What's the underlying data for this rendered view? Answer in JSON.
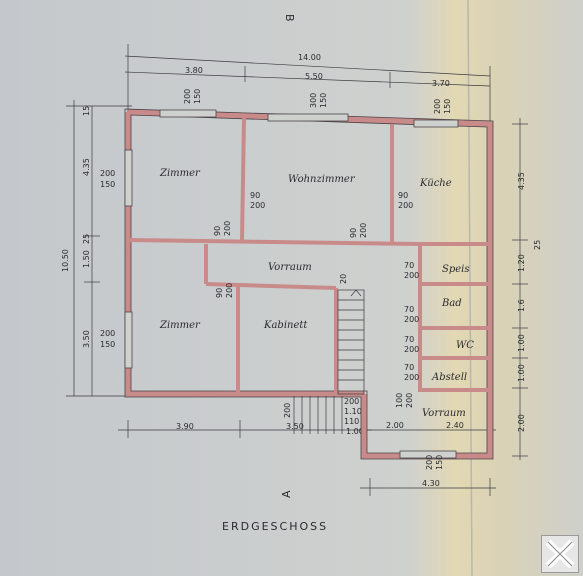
{
  "drawing": {
    "title": "ERDGESCHOSS",
    "section_mark_top": "B",
    "section_mark_bottom": "A",
    "rooms": {
      "zimmer_top": "Zimmer",
      "wohnzimmer": "Wohnzimmer",
      "kueche": "Küche",
      "vorraum_mid": "Vorraum",
      "zimmer_bottom": "Zimmer",
      "kabinett": "Kabinett",
      "speis": "Speis",
      "bad": "Bad",
      "wc": "WC",
      "abstell": "Abstell",
      "vorraum_south": "Vorraum"
    },
    "dims_top": {
      "overall": "14.00",
      "seg1": "3.80",
      "seg2": "5.50",
      "seg3": "3.70"
    },
    "dims_left": {
      "overall": "10.50",
      "seg1": "4.35",
      "seg2": "1.50",
      "seg3": "3.50",
      "mark_top": "15",
      "mark_mid": "25"
    },
    "dims_right": {
      "seg1": "4.35",
      "seg2": "25",
      "seg3": "1.20",
      "seg4": "1.6",
      "seg5": "1.00",
      "seg6": "1.00",
      "seg7": "2.00"
    },
    "dims_bottom": {
      "seg1": "3.90",
      "seg2": "3.50",
      "seg3": "4.30",
      "sub1": "2.00",
      "sub2": "2.40",
      "sub3": "1.00",
      "sub4": "1.10"
    },
    "windows": {
      "w1_top": "200",
      "w1_bot": "150",
      "w2_top": "300",
      "w2_bot": "150",
      "w3_top": "200",
      "w3_bot": "150",
      "w4_top": "200",
      "w4_bot": "150",
      "w5_top": "200",
      "w5_bot": "150",
      "w6_top": "200",
      "w6_bot": "150"
    },
    "doors": {
      "d1_top": "90",
      "d1_bot": "200",
      "d2_top": "90",
      "d2_bot": "200",
      "d3_top": "90",
      "d3_bot": "200",
      "d4_top": "90",
      "d4_bot": "200",
      "d5_top": "90",
      "d5_bot": "200",
      "d6_top": "70",
      "d6_bot": "200",
      "d7_top": "70",
      "d7_bot": "200",
      "d8_top": "70",
      "d8_bot": "200",
      "d9_top": "70",
      "d9_bot": "200",
      "d10_top": "100",
      "d10_bot": "200"
    },
    "misc": {
      "stair_a": "20",
      "stair_b": "200",
      "stair_c": "110",
      "stair_d": "200"
    }
  }
}
